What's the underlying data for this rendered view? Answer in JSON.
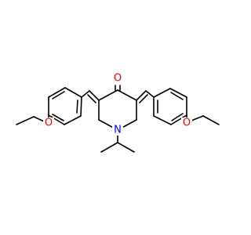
{
  "colors": {
    "background": "#ffffff",
    "bond": "#000000",
    "oxygen": "#ff0000",
    "nitrogen": "#0000ff"
  },
  "atoms": {
    "ketone_oxygen": "O",
    "amine_nitrogen": "N",
    "left_ether_oxygen": "O",
    "right_ether_oxygen": "O"
  }
}
